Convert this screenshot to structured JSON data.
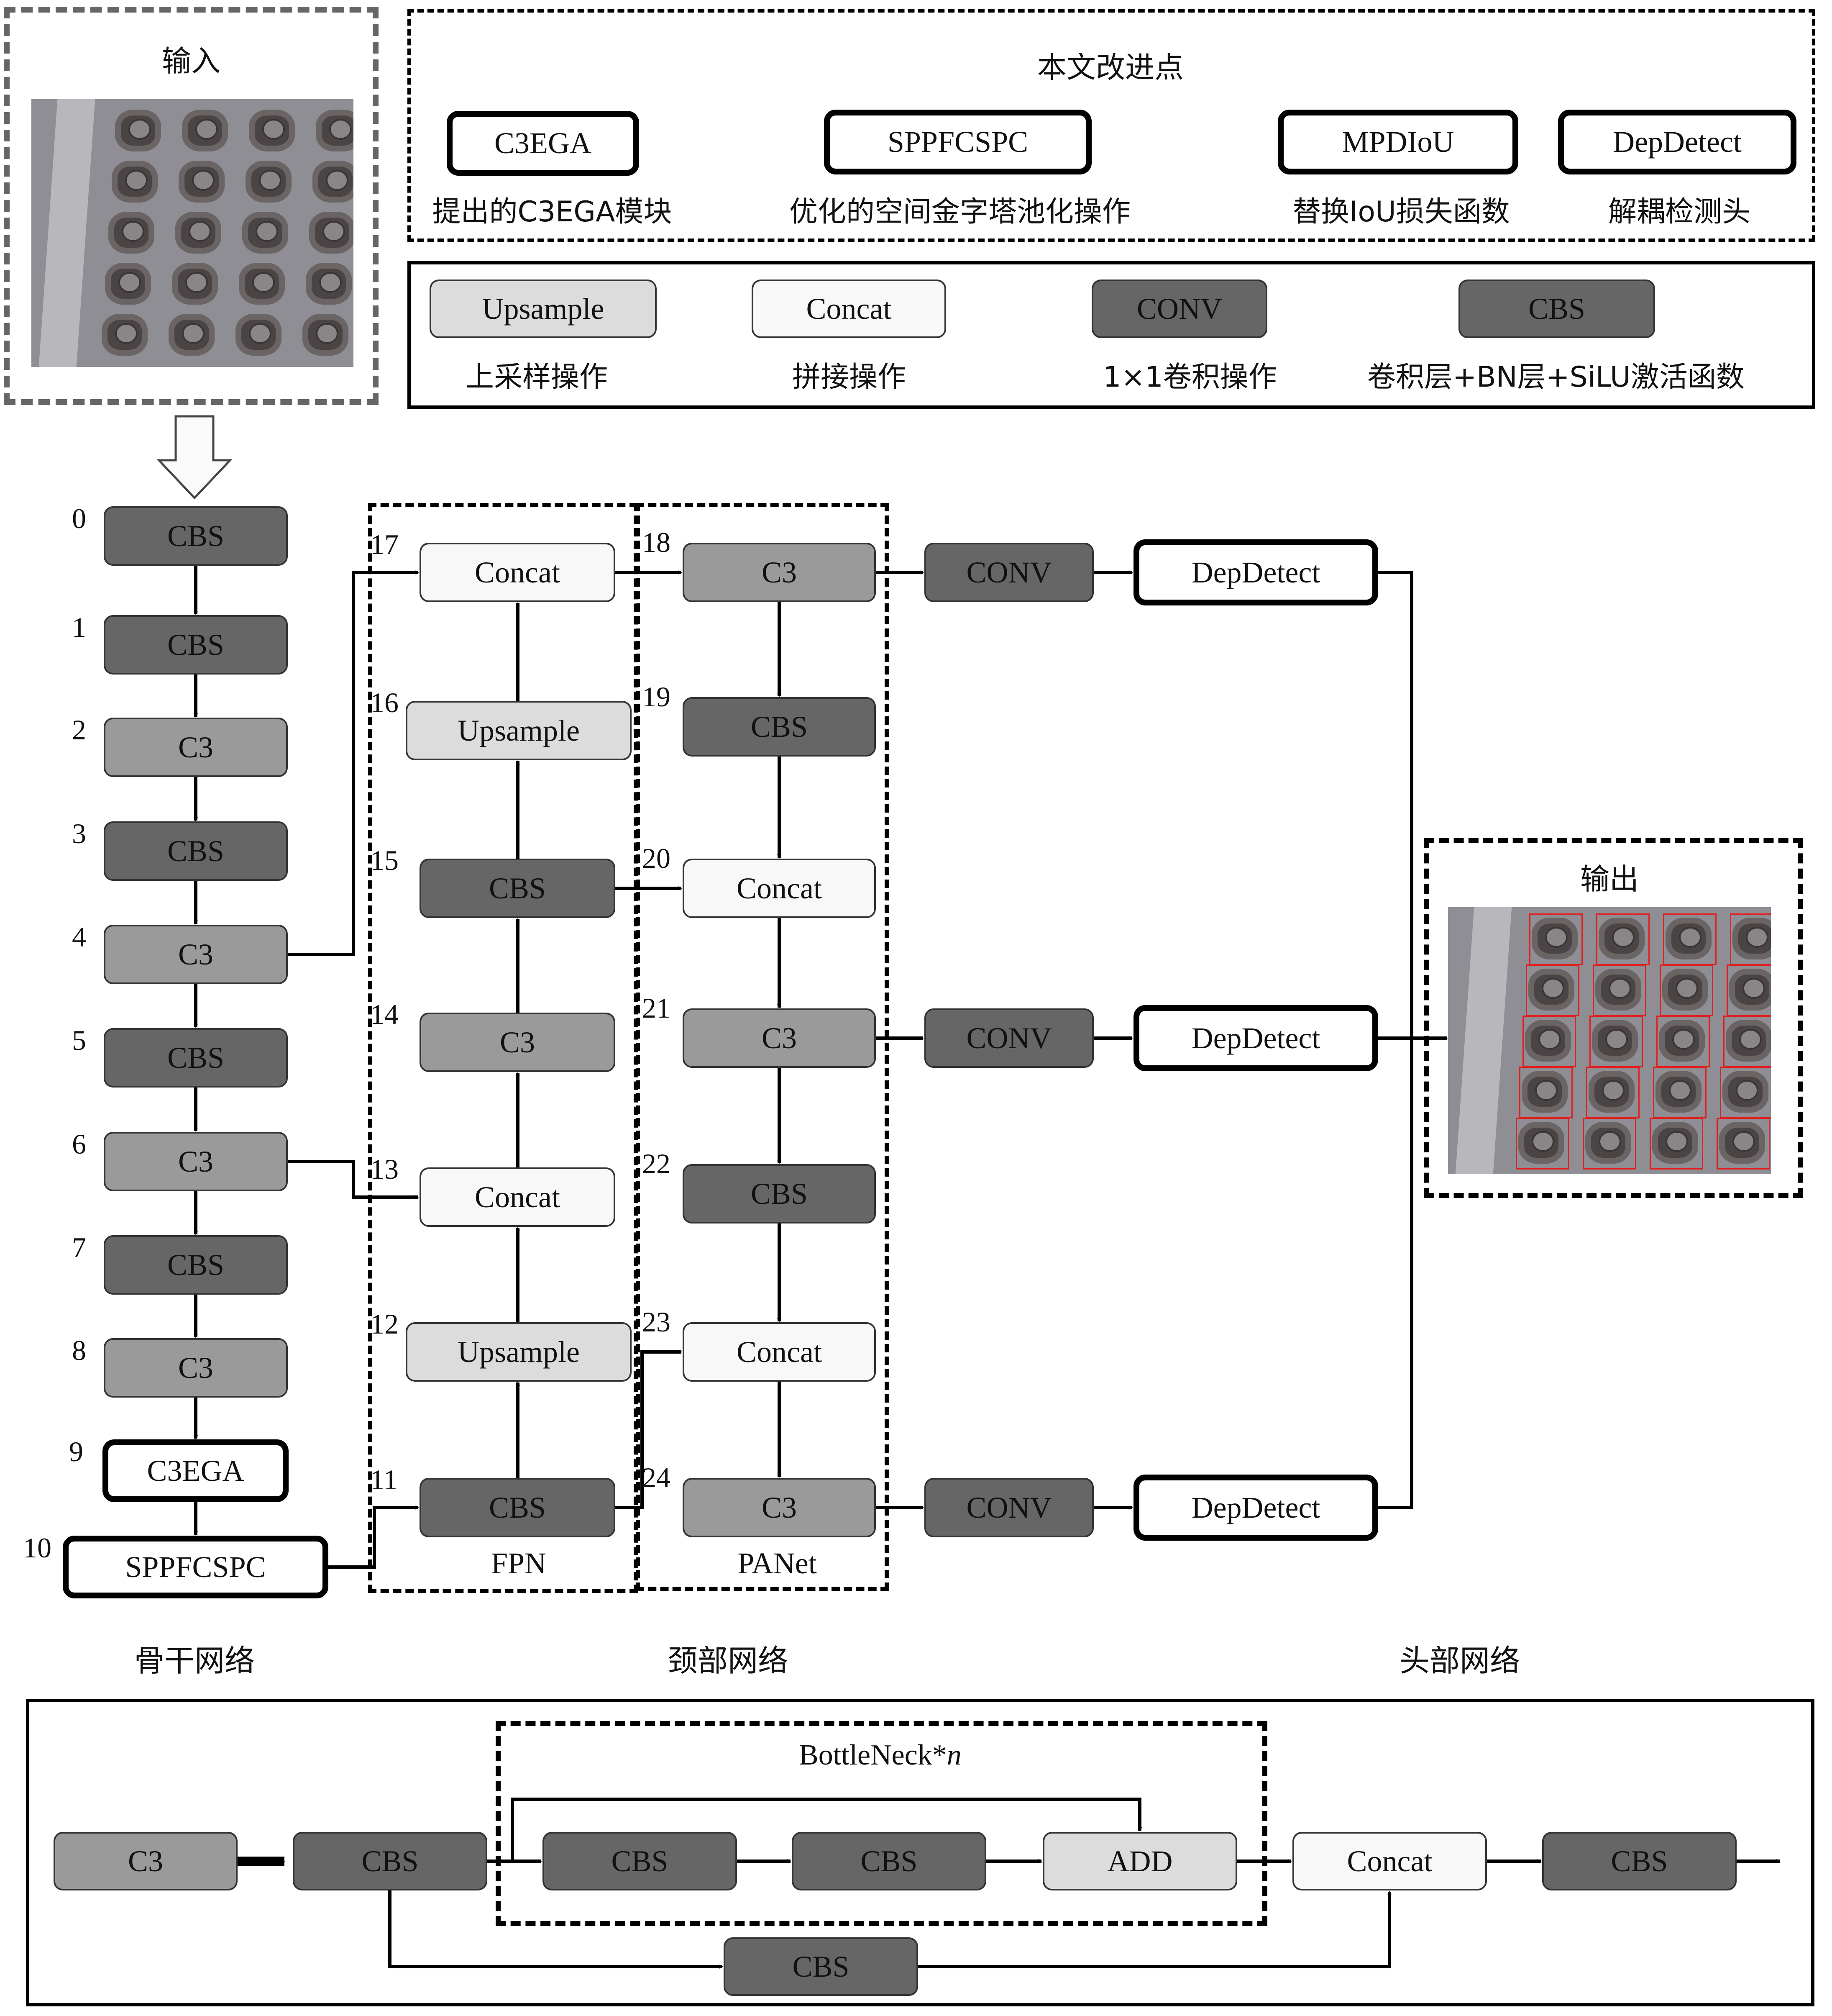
{
  "input_panel": {
    "title": "输入",
    "image": "bolt-array-photo"
  },
  "improvements": {
    "title": "本文改进点",
    "items": [
      {
        "label": "C3EGA",
        "desc": "提出的C3EGA模块"
      },
      {
        "label": "SPPFCSPC",
        "desc": "优化的空间金字塔池化操作"
      },
      {
        "label": "MPDIoU",
        "desc": "替换IoU损失函数"
      },
      {
        "label": "DepDetect",
        "desc": "解耦检测头"
      }
    ]
  },
  "legend": {
    "items": [
      {
        "label": "Upsample",
        "desc": "上采样操作"
      },
      {
        "label": "Concat",
        "desc": "拼接操作"
      },
      {
        "label": "CONV",
        "desc": "1×1卷积操作"
      },
      {
        "label": "CBS",
        "desc": "卷积层+BN层+SiLU激活函数"
      }
    ]
  },
  "backbone": {
    "title": "骨干网络",
    "layers": [
      {
        "idx": "0",
        "label": "CBS"
      },
      {
        "idx": "1",
        "label": "CBS"
      },
      {
        "idx": "2",
        "label": "C3"
      },
      {
        "idx": "3",
        "label": "CBS"
      },
      {
        "idx": "4",
        "label": "C3"
      },
      {
        "idx": "5",
        "label": "CBS"
      },
      {
        "idx": "6",
        "label": "C3"
      },
      {
        "idx": "7",
        "label": "CBS"
      },
      {
        "idx": "8",
        "label": "C3"
      },
      {
        "idx": "9",
        "label": "C3EGA"
      },
      {
        "idx": "10",
        "label": "SPPFCSPC"
      }
    ]
  },
  "neck": {
    "title": "颈部网络",
    "fpn": {
      "title": "FPN",
      "layers": [
        {
          "idx": "11",
          "label": "CBS"
        },
        {
          "idx": "12",
          "label": "Upsample"
        },
        {
          "idx": "13",
          "label": "Concat"
        },
        {
          "idx": "14",
          "label": "C3"
        },
        {
          "idx": "15",
          "label": "CBS"
        },
        {
          "idx": "16",
          "label": "Upsample"
        },
        {
          "idx": "17",
          "label": "Concat"
        }
      ]
    },
    "panet": {
      "title": "PANet",
      "layers": [
        {
          "idx": "18",
          "label": "C3"
        },
        {
          "idx": "19",
          "label": "CBS"
        },
        {
          "idx": "20",
          "label": "Concat"
        },
        {
          "idx": "21",
          "label": "C3"
        },
        {
          "idx": "22",
          "label": "CBS"
        },
        {
          "idx": "23",
          "label": "Concat"
        },
        {
          "idx": "24",
          "label": "C3"
        }
      ]
    }
  },
  "head": {
    "title": "头部网络",
    "branches": [
      {
        "conv": "CONV",
        "detect": "DepDetect"
      },
      {
        "conv": "CONV",
        "detect": "DepDetect"
      },
      {
        "conv": "CONV",
        "detect": "DepDetect"
      }
    ]
  },
  "output_panel": {
    "title": "输出",
    "image": "bolt-detection-result-photo",
    "box_color": "#e02020"
  },
  "c3_detail": {
    "bottleneck_label": "BottleNeck*",
    "bottleneck_n": "n",
    "nodes": {
      "c3": "C3",
      "cbs_in": "CBS",
      "cbs_b1": "CBS",
      "cbs_b2": "CBS",
      "add": "ADD",
      "concat": "Concat",
      "cbs_out": "CBS",
      "cbs_skip": "CBS"
    }
  },
  "colors": {
    "cbs": "#666666",
    "c3": "#9a9a9a",
    "concat": "#f8f8f8",
    "upsample": "#dcdcdc",
    "line": "#000000"
  }
}
